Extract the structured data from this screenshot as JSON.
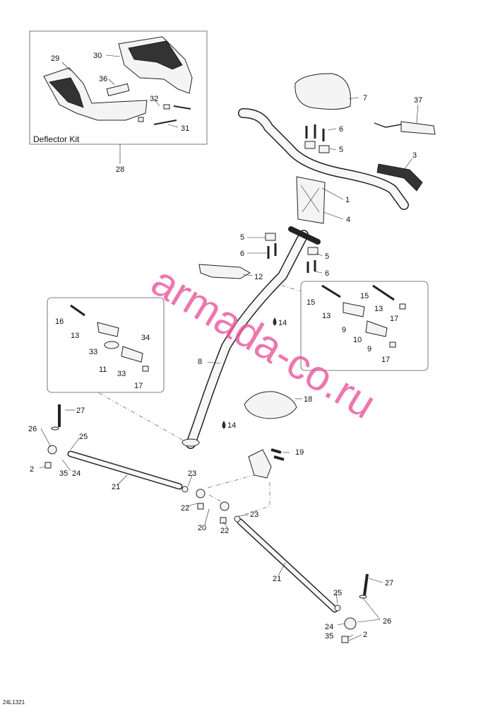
{
  "diagram": {
    "kit_caption": "Deflector Kit",
    "drawing_code": "24L1321",
    "watermark": "armada-co.ru",
    "labels": {
      "p1": "1",
      "p2a": "2",
      "p2b": "2",
      "p3": "3",
      "p4": "4",
      "p5a": "5",
      "p5b": "5",
      "p5c": "5",
      "p6a": "6",
      "p6b": "6",
      "p6c": "6",
      "p7": "7",
      "p8": "8",
      "p9a": "9",
      "p9b": "9",
      "p10": "10",
      "p11": "11",
      "p12": "12",
      "p13a": "13",
      "p13b": "13",
      "p13c": "13",
      "p14a": "14",
      "p14b": "14",
      "p15a": "15",
      "p15b": "15",
      "p16": "16",
      "p17a": "17",
      "p17b": "17",
      "p17c": "17",
      "p18": "18",
      "p19": "19",
      "p20": "20",
      "p21a": "21",
      "p21b": "21",
      "p22a": "22",
      "p22b": "22",
      "p23a": "23",
      "p23b": "23",
      "p24a": "24",
      "p24b": "24",
      "p25a": "25",
      "p25b": "25",
      "p26a": "26",
      "p26b": "26",
      "p27a": "27",
      "p27b": "27",
      "p28": "28",
      "p29": "29",
      "p30": "30",
      "p31": "31",
      "p32": "32",
      "p33a": "33",
      "p33b": "33",
      "p34": "34",
      "p35a": "35",
      "p35b": "35",
      "p36": "36",
      "p37": "37"
    }
  }
}
